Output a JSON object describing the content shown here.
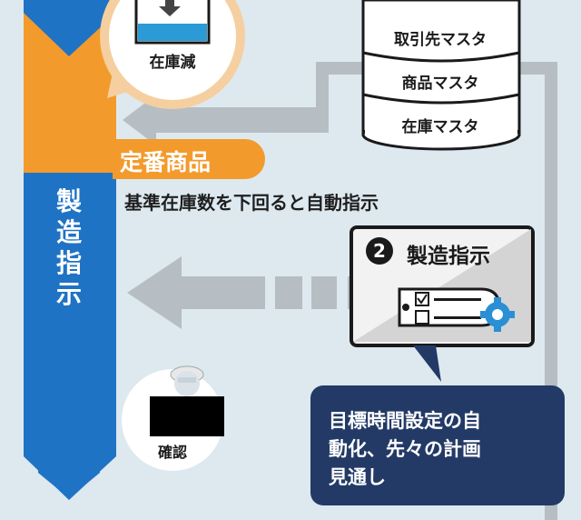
{
  "vertical_arrow": {
    "chars": [
      "製",
      "造",
      "指",
      "示"
    ]
  },
  "inventory_bubble": {
    "caption": "在庫減"
  },
  "database": {
    "labels": [
      "取引先マスタ",
      "商品マスタ",
      "在庫マスタ"
    ]
  },
  "product_label": {
    "title": "定番商品",
    "subtitle": "基準在庫数を下回ると自動指示"
  },
  "instruction_card": {
    "badge": "2",
    "title": "製造指示"
  },
  "worker_bubble": {
    "caption": "確認"
  },
  "callout": {
    "lines": [
      "目標時間設定の自",
      "動化、先々の計画",
      "見通し"
    ]
  },
  "colors": {
    "background": "#dde9ef",
    "orange": "#f39a2c",
    "blue": "#1f73c4",
    "navy": "#233a66",
    "gray_arrow": "#b6bec4",
    "peach": "#f6cfa0"
  }
}
